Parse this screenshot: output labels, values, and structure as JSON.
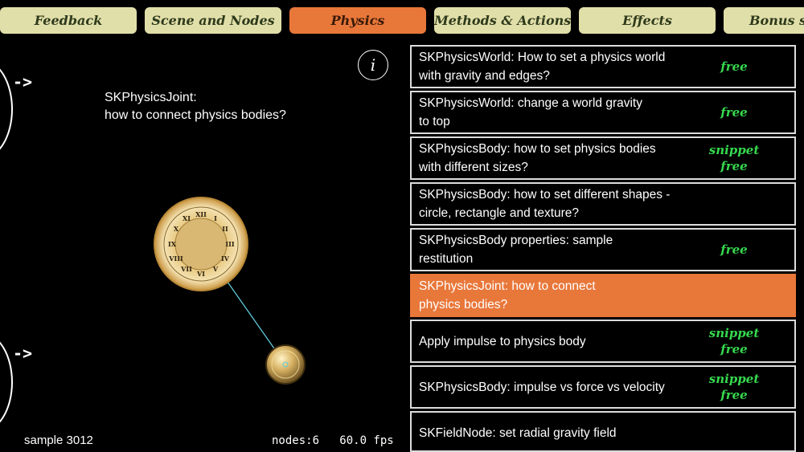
{
  "tabs": [
    {
      "label": "Feedback",
      "active": false
    },
    {
      "label": "Scene and Nodes",
      "active": false
    },
    {
      "label": "Physics",
      "active": true
    },
    {
      "label": "Methods & Actions",
      "active": false
    },
    {
      "label": "Effects",
      "active": false
    },
    {
      "label": "Bonus sam",
      "active": false
    }
  ],
  "scene": {
    "arrow_top": "->",
    "arrow_bottom": "->",
    "info_label": "i",
    "title": "SKPhysicsJoint:\nhow to connect physics bodies?",
    "sample_label": "sample 3012",
    "stats": "nodes:6   60.0 fps",
    "clock_icon": "roman-clock-icon",
    "ball_icon": "gold-coin-icon"
  },
  "list": [
    {
      "text": "SKPhysicsWorld: How to set a physics world\nwith gravity and edges?",
      "badge1": "free",
      "badge2": ""
    },
    {
      "text": "SKPhysicsWorld: change a world gravity\nto top",
      "badge1": "free",
      "badge2": ""
    },
    {
      "text": "SKPhysicsBody: how to set physics bodies\nwith different sizes?",
      "badge1": "snippet",
      "badge2": "free"
    },
    {
      "text": "SKPhysicsBody: how to set different shapes -\ncircle, rectangle and texture?",
      "badge1": "",
      "badge2": ""
    },
    {
      "text": "SKPhysicsBody properties: sample\nrestitution",
      "badge1": "free",
      "badge2": ""
    },
    {
      "text": "SKPhysicsJoint: how to connect\nphysics bodies?",
      "badge1": "",
      "badge2": "",
      "selected": true
    },
    {
      "text": "Apply impulse to physics body",
      "badge1": "snippet",
      "badge2": "free"
    },
    {
      "text": "SKPhysicsBody: impulse vs force vs velocity",
      "badge1": "snippet",
      "badge2": "free"
    },
    {
      "text": "SKFieldNode: set radial gravity field",
      "badge1": "",
      "badge2": ""
    }
  ],
  "colors": {
    "tab_bg": "#e1dfa9",
    "tab_active": "#e8773a",
    "badge_green": "#36d94e",
    "joint_line": "#5ec8d8"
  }
}
